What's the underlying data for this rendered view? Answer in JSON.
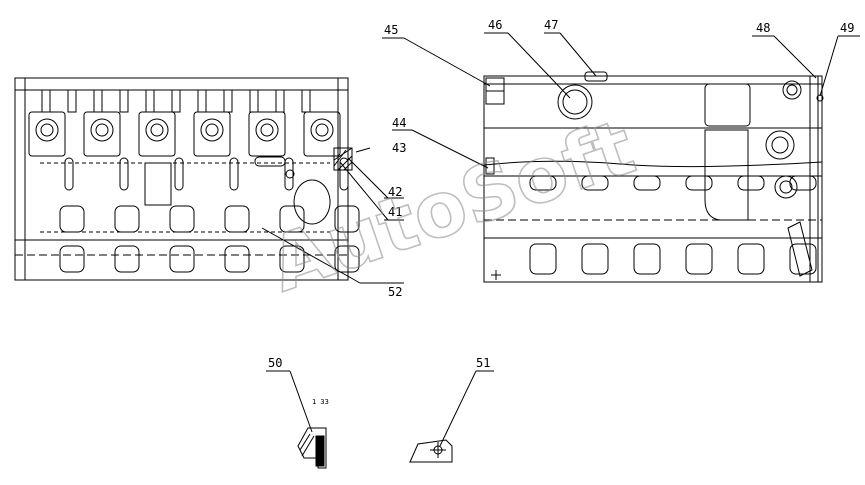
{
  "watermark": "AutoSoft",
  "callouts": {
    "p41": "41",
    "p42": "42",
    "p43": "43",
    "p44": "44",
    "p45": "45",
    "p46": "46",
    "p47": "47",
    "p48": "48",
    "p49": "49",
    "p50": "50",
    "p51": "51",
    "p52": "52"
  },
  "detail_text": "1\n33"
}
